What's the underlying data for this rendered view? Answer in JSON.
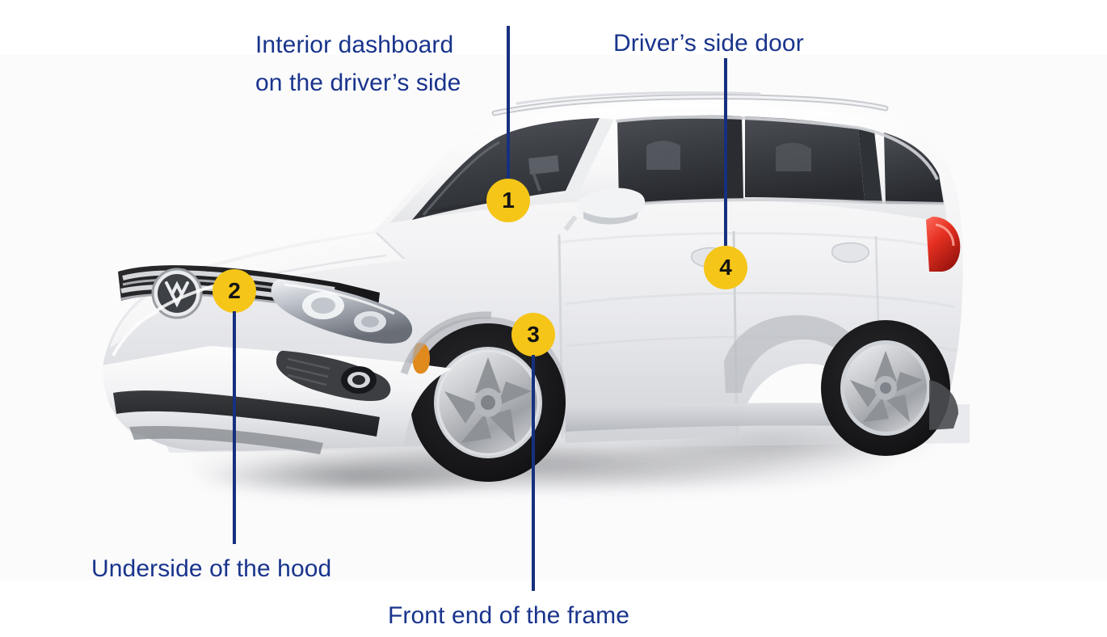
{
  "image": {
    "subject": "White Volkswagen Tiguan SUV, front three-quarter view",
    "background_color": "#ffffff",
    "plate_color": "#fbfbfc"
  },
  "theme": {
    "label_color": "#19348c",
    "leader_line_color": "#16307f",
    "marker_fill": "#f5c518",
    "marker_text_color": "#141414"
  },
  "callouts": [
    {
      "number": "1",
      "label_line1": "Interior dashboard",
      "label_line2": "on the driver’s side"
    },
    {
      "number": "2",
      "label_line1": "Underside of the hood",
      "label_line2": ""
    },
    {
      "number": "3",
      "label_line1": "Front end of the frame",
      "label_line2": ""
    },
    {
      "number": "4",
      "label_line1": "Driver’s side door",
      "label_line2": ""
    }
  ]
}
